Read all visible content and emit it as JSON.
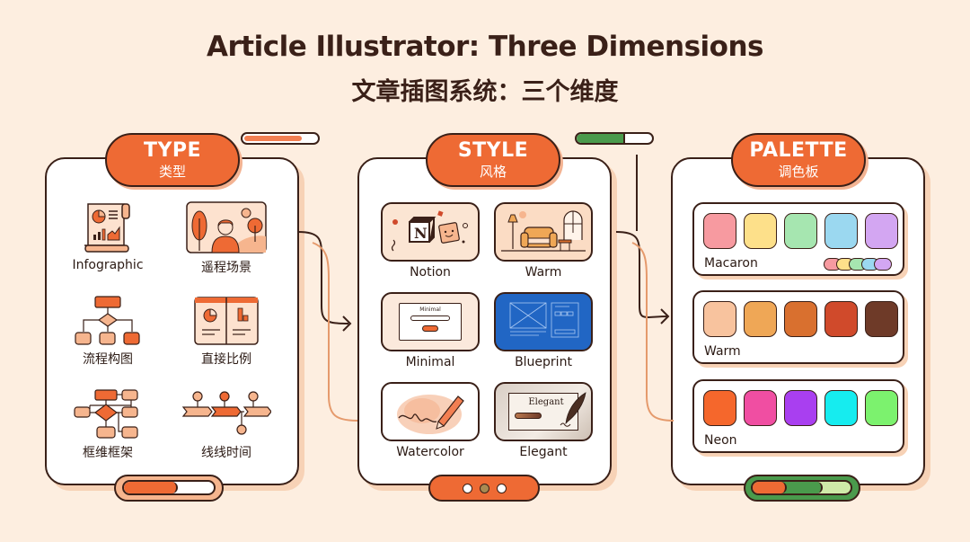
{
  "title": {
    "en": "Article Illustrator: Three Dimensions",
    "zh": "文章插图系统：三个维度"
  },
  "colors": {
    "background": "#fdeee0",
    "accent": "#ee6a34",
    "outline": "#3a2018",
    "green": "#4a9a4c"
  },
  "panels": {
    "type": {
      "title_en": "TYPE",
      "title_zh": "类型",
      "items": [
        {
          "label": "Infographic",
          "icon": "infographic-scroll-icon"
        },
        {
          "label": "遥程场景",
          "icon": "scene-person-icon"
        },
        {
          "label": "流程构图",
          "icon": "flowchart-icon"
        },
        {
          "label": "直接比例",
          "icon": "comparison-icon"
        },
        {
          "label": "框维框架",
          "icon": "framework-icon"
        },
        {
          "label": "线线时间",
          "icon": "timeline-icon"
        }
      ]
    },
    "style": {
      "title_en": "STYLE",
      "title_zh": "风格",
      "items": [
        {
          "label": "Notion",
          "icon": "notion-cube-icon"
        },
        {
          "label": "Warm",
          "icon": "armchair-room-icon"
        },
        {
          "label": "Minimal",
          "icon": "minimal-card-icon",
          "inner_text": "Minimal"
        },
        {
          "label": "Blueprint",
          "icon": "blueprint-wireframe-icon"
        },
        {
          "label": "Watercolor",
          "icon": "pencil-watercolor-icon"
        },
        {
          "label": "Elegant",
          "icon": "quill-card-icon",
          "inner_text": "Elegant"
        }
      ]
    },
    "palette": {
      "title_en": "PALETTE",
      "title_zh": "调色板",
      "items": [
        {
          "name": "Macaron",
          "colors": [
            "#f79aa0",
            "#fde08a",
            "#a6e6b0",
            "#9bd8f0",
            "#d3a6f2"
          ]
        },
        {
          "name": "Warm",
          "colors": [
            "#f8c39e",
            "#efa756",
            "#d9702f",
            "#d04a2b",
            "#6e3a28"
          ]
        },
        {
          "name": "Neon",
          "colors": [
            "#f5672c",
            "#f04ea2",
            "#a93ff0",
            "#16ecef",
            "#7cf26e"
          ]
        }
      ]
    }
  }
}
